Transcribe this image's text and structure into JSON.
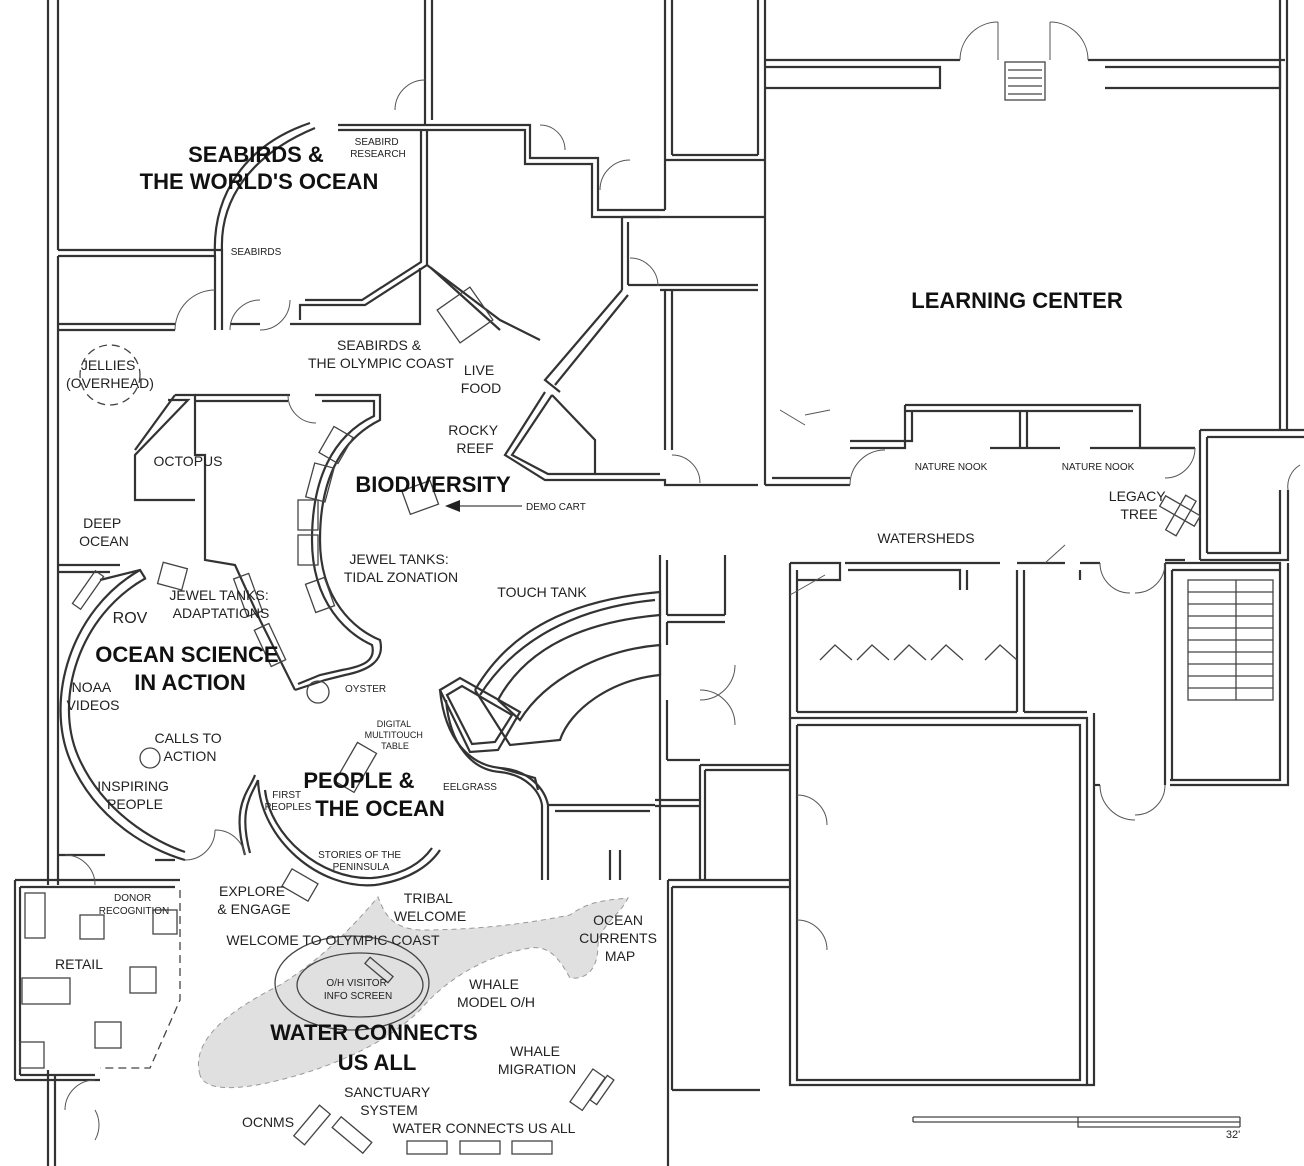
{
  "zones": {
    "seabirds_world": [
      "SEABIRDS &",
      "THE WORLD'S OCEAN"
    ],
    "learning_center": "LEARNING CENTER",
    "biodiversity": "BIODIVERSITY",
    "ocean_science": [
      "OCEAN SCIENCE",
      "IN ACTION"
    ],
    "people_ocean": [
      "PEOPLE &",
      "THE OCEAN"
    ],
    "water_connects": [
      "WATER CONNECTS",
      "US ALL"
    ]
  },
  "labels": {
    "seabird_research": [
      "SEABIRD",
      "RESEARCH"
    ],
    "seabirds": "SEABIRDS",
    "seabirds_olympic": [
      "SEABIRDS &",
      "THE OLYMPIC COAST"
    ],
    "jellies": [
      "JELLIES",
      "(OVERHEAD)"
    ],
    "live_food": [
      "LIVE",
      "FOOD"
    ],
    "rocky_reef": [
      "ROCKY",
      "REEF"
    ],
    "octopus": "OCTOPUS",
    "demo_cart": "DEMO CART",
    "nature_nook_1": "NATURE NOOK",
    "nature_nook_2": "NATURE NOOK",
    "legacy_tree": [
      "LEGACY",
      "TREE"
    ],
    "watersheds": "WATERSHEDS",
    "deep_ocean": [
      "DEEP",
      "OCEAN"
    ],
    "jewel_tidal": [
      "JEWEL TANKS:",
      "TIDAL ZONATION"
    ],
    "touch_tank": "TOUCH TANK",
    "jewel_adapt": [
      "JEWEL TANKS:",
      "ADAPTATIONS"
    ],
    "rov": "ROV",
    "noaa_videos": [
      "NOAA",
      "VIDEOS"
    ],
    "oyster": "OYSTER",
    "digital_table": [
      "DIGITAL",
      "MULTITOUCH",
      "TABLE"
    ],
    "calls_action": [
      "CALLS TO",
      "ACTION"
    ],
    "inspiring_people": [
      "INSPIRING",
      "PEOPLE"
    ],
    "first_peoples": [
      "FIRST",
      "PEOPLES"
    ],
    "eelgrass": "EELGRASS",
    "stories_peninsula": [
      "STORIES OF THE",
      "PENINSULA"
    ],
    "donor_recognition": [
      "DONOR",
      "RECOGNITION"
    ],
    "explore_engage": [
      "EXPLORE",
      "& ENGAGE"
    ],
    "tribal_welcome": [
      "TRIBAL",
      "WELCOME"
    ],
    "ocean_currents": [
      "OCEAN",
      "CURRENTS",
      "MAP"
    ],
    "welcome_olympic": "WELCOME TO OLYMPIC COAST",
    "retail": "RETAIL",
    "visitor_screen": [
      "O/H VISITOR",
      "INFO SCREEN"
    ],
    "whale_model": [
      "WHALE",
      "MODEL O/H"
    ],
    "whale_migration": [
      "WHALE",
      "MIGRATION"
    ],
    "sanctuary_system": [
      "SANCTUARY",
      "SYSTEM"
    ],
    "ocnms": "OCNMS",
    "water_connects_small": "WATER CONNECTS US ALL",
    "scale": "32'"
  },
  "colors": {
    "wall": "#333333",
    "text": "#222222",
    "shaded_area": "#e0e0e0",
    "background": "#ffffff"
  }
}
